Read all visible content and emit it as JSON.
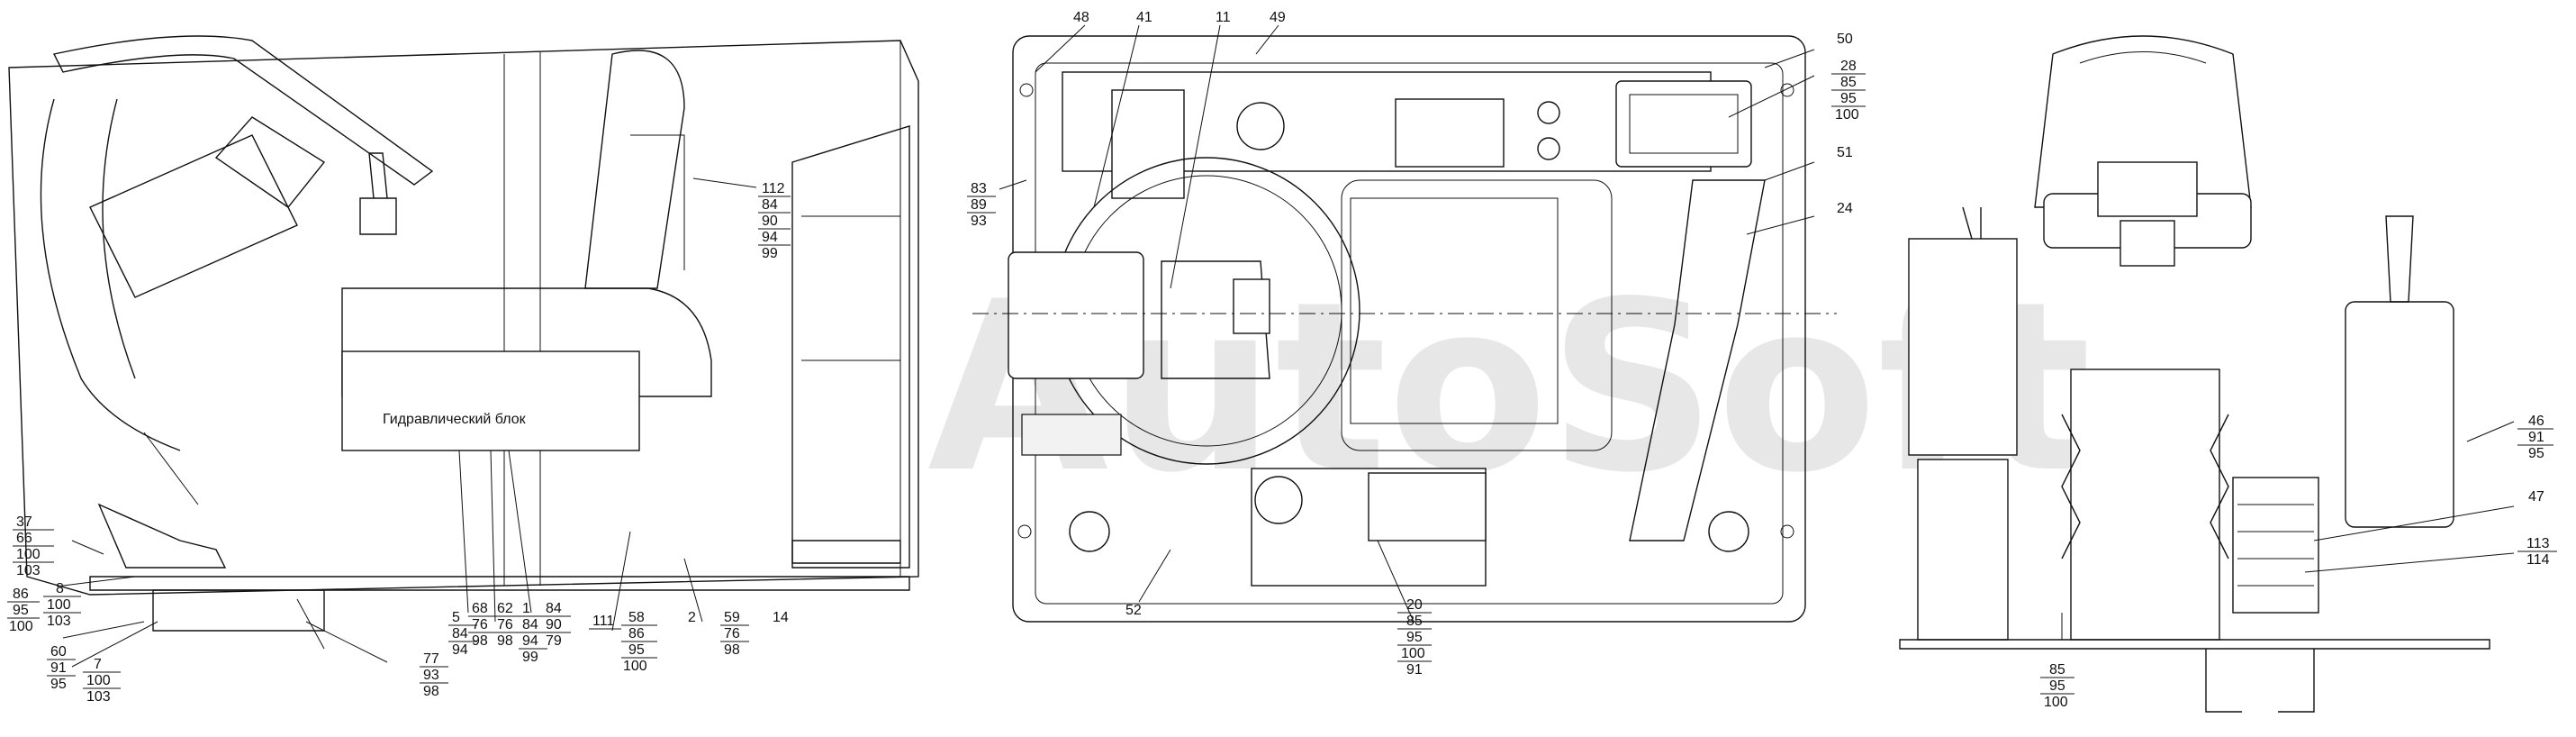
{
  "hydraulic_block_label": "Гидравлический блок",
  "watermark": "AutoSoft",
  "callouts": {
    "left": {
      "c112": [
        "112",
        "84",
        "90",
        "94",
        "99"
      ],
      "c37": [
        "37",
        "66",
        "100",
        "103"
      ],
      "c8": [
        "8",
        "100",
        "103"
      ],
      "c86": [
        "86",
        "95",
        "100"
      ],
      "c60": [
        "60",
        "91",
        "95"
      ],
      "c7": [
        "7",
        "100",
        "103"
      ],
      "c77": [
        "77",
        "93",
        "98"
      ],
      "c5": [
        "5",
        "84",
        "94"
      ],
      "c68": [
        "68",
        "76",
        "98"
      ],
      "c62": [
        "62",
        "76",
        "98"
      ],
      "c1": [
        "1",
        "84",
        "94",
        "99"
      ],
      "c84": [
        "84",
        "90",
        "79"
      ],
      "c111": "111",
      "c58": [
        "58",
        "86",
        "95",
        "100"
      ],
      "c2": "2",
      "c59": [
        "59",
        "76",
        "98"
      ],
      "c14": "14"
    },
    "middle": {
      "c48": "48",
      "c41": "41",
      "c11": "11",
      "c49": "49",
      "c50": "50",
      "c28": [
        "28",
        "85",
        "95",
        "100"
      ],
      "c83": [
        "83",
        "89",
        "93"
      ],
      "c51": "51",
      "c24": "24",
      "c52": "52",
      "c20": [
        "20",
        "85",
        "95",
        "100",
        "91"
      ]
    },
    "right": {
      "c46": [
        "46",
        "91",
        "95"
      ],
      "c47": "47",
      "c113": [
        "113",
        "114"
      ],
      "c85": [
        "85",
        "95",
        "100"
      ]
    }
  }
}
